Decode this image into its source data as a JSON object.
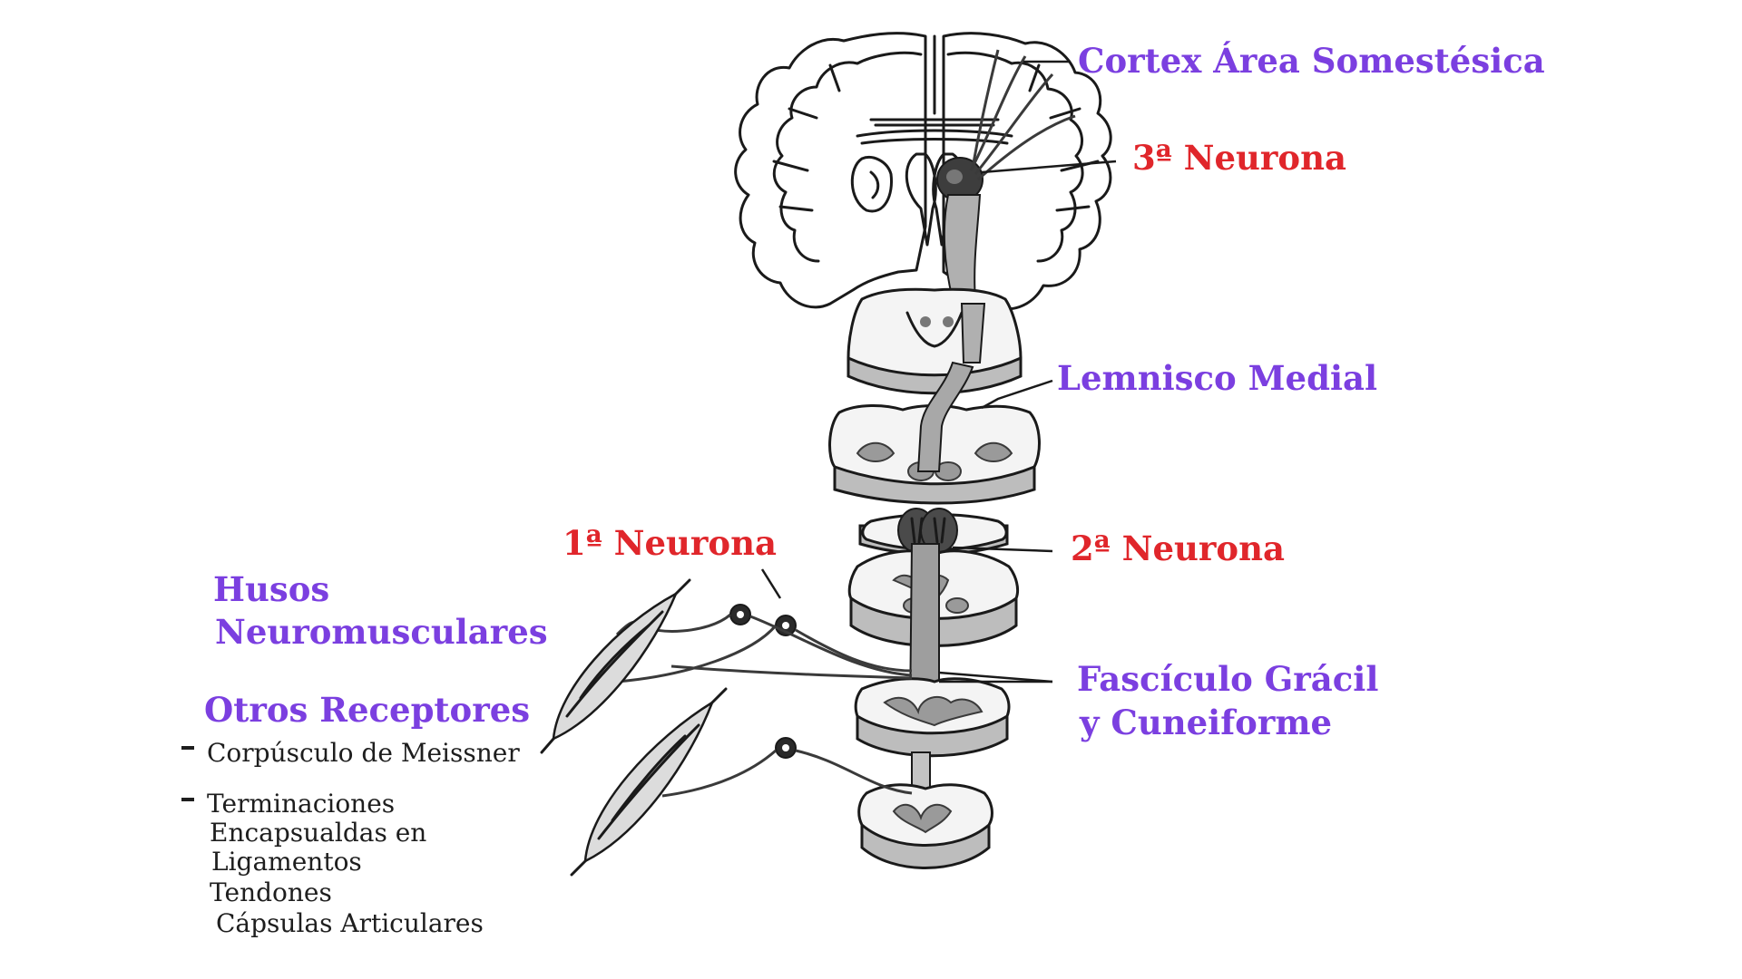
{
  "labels": {
    "cortex": "Cortex Área Somestésica",
    "neurona3": "3ª Neurona",
    "lemnisco": "Lemnisco Medial",
    "neurona1": "1ª Neurona",
    "neurona2": "2ª Neurona",
    "husos_line1": "Husos",
    "husos_line2": "Neuromusculares",
    "fasciculo_line1": "Fascículo Grácil",
    "fasciculo_line2": "y Cuneiforme",
    "otros": "Otros Receptores"
  },
  "receptors": {
    "item1": "Corpúsculo de Meissner",
    "item2_lines": [
      "Terminaciones",
      "Encapsualdas en",
      "Ligamentos",
      "Tendones",
      "Cápsulas Articulares"
    ]
  },
  "colors": {
    "structure_label": "#7b3fe0",
    "neuron_label": "#e0262b",
    "ink": "#1a1a1a"
  }
}
